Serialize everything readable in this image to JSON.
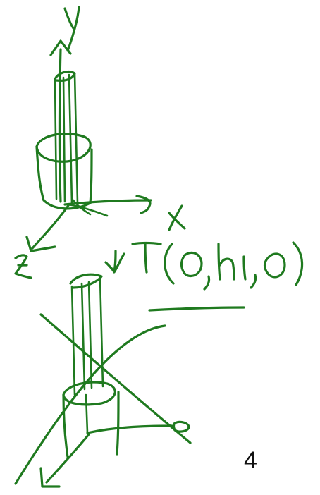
{
  "ink_color": "#1f7a1f",
  "text_color": "#111111",
  "page_number": "4",
  "axis_labels": {
    "y": "y",
    "x": "x",
    "z": "z"
  },
  "transform_label": "T(0,h1,0)"
}
